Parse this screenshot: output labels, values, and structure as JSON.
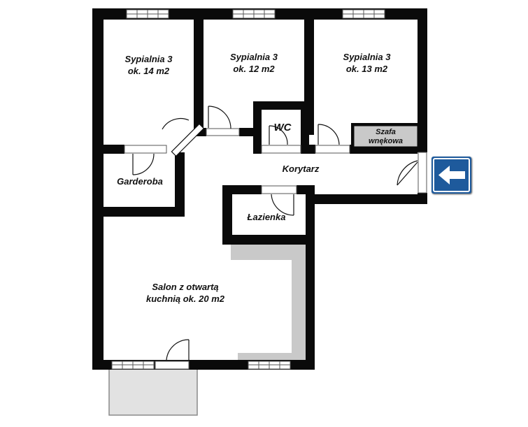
{
  "rooms": {
    "bedroom_1": {
      "name": "Sypialnia 3",
      "area": "ok. 14 m2"
    },
    "bedroom_2": {
      "name": "Sypialnia 3",
      "area": "ok. 12 m2"
    },
    "bedroom_3": {
      "name": "Sypialnia 3",
      "area": "ok. 13 m2"
    },
    "wc": {
      "name": "WC"
    },
    "wardrobe_niche": {
      "name": "Szafa",
      "name2": "wnękowa"
    },
    "corridor": {
      "name": "Korytarz"
    },
    "closet": {
      "name": "Garderoba"
    },
    "bathroom": {
      "name": "Łazienka"
    },
    "living": {
      "name": "Salon z otwartą",
      "name2": "kuchnią ok. 20 m2"
    }
  },
  "entrance": {
    "icon": "arrow-left-icon",
    "color": "#1e5a9c"
  },
  "colors": {
    "wall": "#0a0a0a",
    "kitchen_counter": "#c8c8c8",
    "balcony": "#e2e2e2"
  }
}
